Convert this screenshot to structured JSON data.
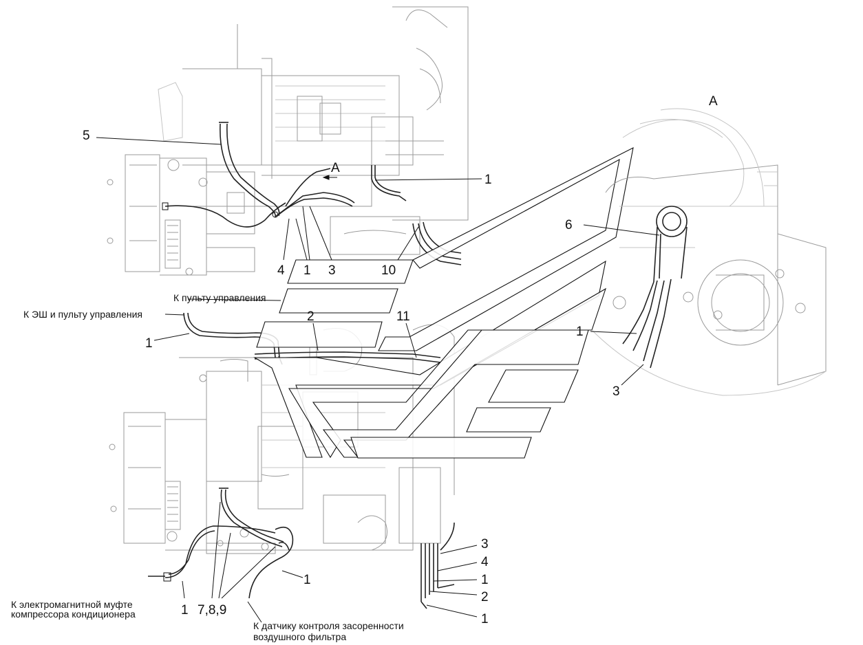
{
  "view_title": "А",
  "view_arrow_label": "А",
  "notes": {
    "to_control_panel": "К пульту управления",
    "to_esh_and_panel": "К ЭШ и пульту управления",
    "to_clutch_line1": "К электромагнитной муфте",
    "to_clutch_line2": "компрессора кондиционера",
    "to_sensor_line1": "К датчику контроля засоренности",
    "to_sensor_line2": "воздушного фильтра"
  },
  "callouts": {
    "top_5": "5",
    "top_1_right": "1",
    "top_4": "4",
    "top_1": "1",
    "top_3": "3",
    "top_10": "10",
    "mid_2": "2",
    "mid_11": "11",
    "mid_1_left": "1",
    "bot_1_mid": "1",
    "bot_1_left": "1",
    "bot_789": "7,8,9",
    "bot_r_3": "3",
    "bot_r_4": "4",
    "bot_r_1": "1",
    "bot_r_2": "2",
    "bot_r_1b": "1",
    "viewA_6": "6",
    "viewA_1": "1",
    "viewA_3": "3"
  }
}
